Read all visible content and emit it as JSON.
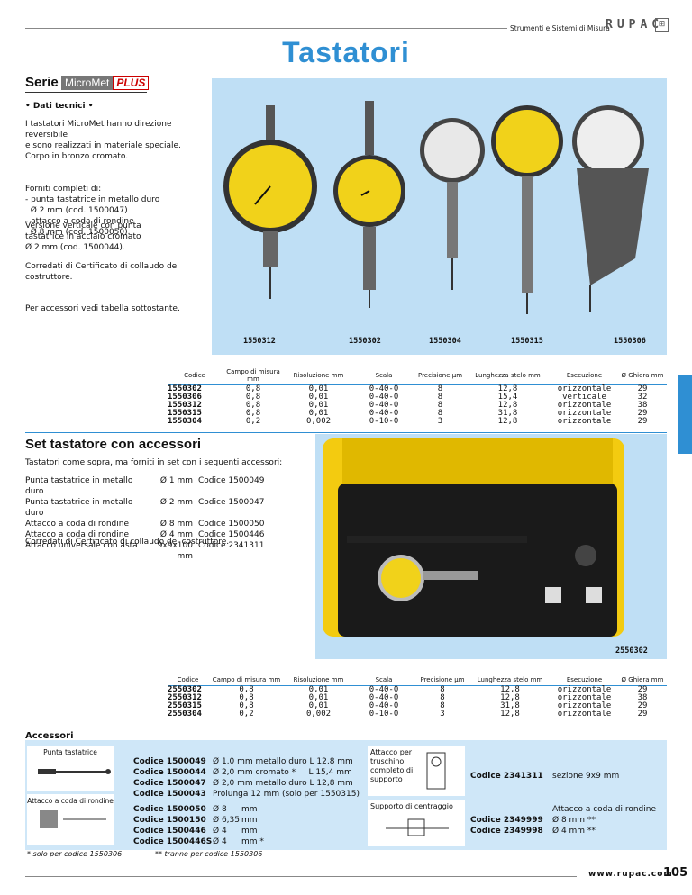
{
  "header": {
    "tagline": "Strumenti e Sistemi di Misura",
    "logo": "RUPAC"
  },
  "title": "Tastatori",
  "serie": {
    "label": "Serie",
    "brand": "MicroMet",
    "plus": "PLUS"
  },
  "intro": {
    "heading": "• Dati tecnici •",
    "p1": [
      "I tastatori MicroMet hanno direzione reversibile",
      "e sono realizzati in materiale speciale.",
      "Corpo in bronzo cromato."
    ],
    "p2": [
      "Forniti completi di:",
      "- punta tastatrice in metallo duro",
      "  Ø 2 mm (cod. 1500047)",
      "- attacco a coda di rondine",
      "  Ø 8 mm (cod. 1500050)."
    ],
    "p3": [
      "Versione verticale con punta",
      "tastatrice in acciaio cromato",
      "Ø 2 mm (cod. 1500044)."
    ],
    "p4": [
      "Corredati di Certificato di collaudo del",
      "costruttore."
    ],
    "p5": "Per accessori vedi tabella sottostante."
  },
  "photo_labels": [
    "1550312",
    "1550302",
    "1550304",
    "1550315",
    "1550306"
  ],
  "table1": {
    "headers": [
      "Codice",
      "Campo di misura mm",
      "Risoluzione mm",
      "Scala",
      "Precisione µm",
      "Lunghezza stelo mm",
      "Esecuzione",
      "Ø Ghiera mm"
    ],
    "rows": [
      [
        "1550302",
        "0,8",
        "0,01",
        "0-40-0",
        "8",
        "12,8",
        "orizzontale",
        "29"
      ],
      [
        "1550306",
        "0,8",
        "0,01",
        "0-40-0",
        "8",
        "15,4",
        "verticale",
        "32"
      ],
      [
        "1550312",
        "0,8",
        "0,01",
        "0-40-0",
        "8",
        "12,8",
        "orizzontale",
        "38"
      ],
      [
        "1550315",
        "0,8",
        "0,01",
        "0-40-0",
        "8",
        "31,8",
        "orizzontale",
        "29"
      ],
      [
        "1550304",
        "0,2",
        "0,002",
        "0-10-0",
        "3",
        "12,8",
        "orizzontale",
        "29"
      ]
    ]
  },
  "set": {
    "title": "Set tastatore con accessori",
    "intro": "Tastatori come sopra, ma forniti in set con i seguenti accessori:",
    "items": [
      [
        "Punta tastatrice in metallo duro",
        "Ø 1 mm",
        "Codice 1500049"
      ],
      [
        "Punta tastatrice in metallo duro",
        "Ø 2 mm",
        "Codice 1500047"
      ],
      [
        "Attacco a coda di rondine",
        "Ø 8 mm",
        "Codice 1500050"
      ],
      [
        "Attacco a coda di rondine",
        "Ø 4 mm",
        "Codice 1500446"
      ],
      [
        "Attacco universale con asta",
        "9x9x100 mm",
        "Codice 2341311"
      ]
    ],
    "note": "Corredati di Certificato di collaudo del costruttore.",
    "photo_label": "2550302"
  },
  "table2": {
    "headers": [
      "Codice",
      "Campo di misura mm",
      "Risoluzione mm",
      "Scala",
      "Precisione µm",
      "Lunghezza stelo mm",
      "Esecuzione",
      "Ø Ghiera mm"
    ],
    "rows": [
      [
        "2550302",
        "0,8",
        "0,01",
        "0-40-0",
        "8",
        "12,8",
        "orizzontale",
        "29"
      ],
      [
        "2550312",
        "0,8",
        "0,01",
        "0-40-0",
        "8",
        "12,8",
        "orizzontale",
        "38"
      ],
      [
        "2550315",
        "0,8",
        "0,01",
        "0-40-0",
        "8",
        "31,8",
        "orizzontale",
        "29"
      ],
      [
        "2550304",
        "0,2",
        "0,002",
        "0-10-0",
        "3",
        "12,8",
        "orizzontale",
        "29"
      ]
    ]
  },
  "accessori": {
    "title": "Accessori",
    "punta_label": "Punta tastatrice",
    "coda_label": "Attacco a coda di rondine",
    "punta_codes": [
      [
        "Codice 1500049",
        "Ø 1,0 mm metallo duro L 12,8 mm"
      ],
      [
        "Codice 1500044",
        "Ø 2,0 mm cromato *     L 15,4 mm"
      ],
      [
        "Codice 1500047",
        "Ø 2,0 mm metallo duro L 12,8 mm"
      ],
      [
        "Codice 1500043",
        "Prolunga 12 mm (solo per 1550315)"
      ]
    ],
    "coda_codes": [
      [
        "Codice 1500050",
        "Ø 8",
        "mm"
      ],
      [
        "Codice 1500150",
        "Ø 6,35",
        "mm"
      ],
      [
        "Codice 1500446",
        "Ø 4",
        "mm"
      ],
      [
        "Codice 1500446S",
        "Ø 4",
        "mm *"
      ]
    ],
    "trus_label": "Attacco per truschino completo di supporto",
    "trus_code": "Codice 2341311",
    "trus_desc": "sezione 9x9 mm",
    "supp_label": "Supporto di centraggio",
    "supp_codes": [
      "Codice 2349999",
      "Codice 2349998"
    ],
    "supp_desc": [
      "Attacco a coda di rondine",
      "Ø 8 mm **",
      "Ø 4 mm **"
    ],
    "note1": "* solo per codice 1550306",
    "note2": "** tranne per codice 1550306"
  },
  "footer": {
    "url": "www.rupac.com",
    "page": "105"
  }
}
